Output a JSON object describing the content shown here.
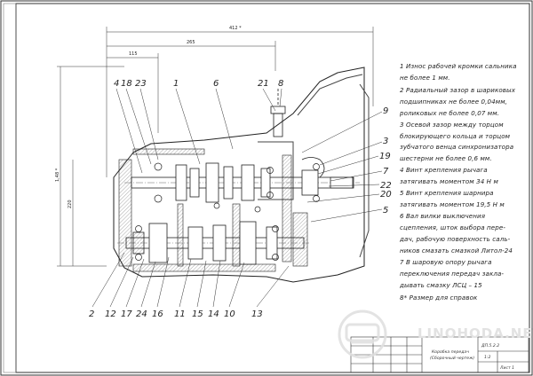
{
  "notes": [
    "1 Износ рабочей кромки сальника",
    "не более 1 мм.",
    "2 Радиальный зазор в шариковых",
    "подшипниках не более 0,04мм,",
    "роликовых не более 0,07 мм.",
    "3 Осевой зазор между торцом",
    "блокирующего кольца и торцом",
    "зубчатого венца синхронизатора",
    "шестерни не более 0,6 мм.",
    "4 Винт крепления рычага",
    "затягивать моментом 34 Н м",
    "5 Винт крепления шарнира",
    "затягивать моментом 19,5 Н м",
    "6 Вал вилки выключения",
    "сцепления, шток выбора пере-",
    "дач, рабочую поверхность саль-",
    "ников смазать смазкой Литол-24",
    "7 В шаровую опору рычага",
    "переключения передач закла-",
    "дывать смазку ЛСЦ – 15",
    "8* Размер для справок"
  ],
  "callouts_top": [
    "4",
    "18",
    "23",
    "1",
    "6",
    "21",
    "8"
  ],
  "callouts_bottom": [
    "2",
    "12",
    "17",
    "24",
    "16",
    "11",
    "15",
    "14",
    "10",
    "13"
  ],
  "callouts_right": [
    "9",
    "3",
    "19",
    "7",
    "22",
    "20",
    "5"
  ],
  "dimensions": {
    "overall": "412 *",
    "mid": "265",
    "left": "115",
    "height_top": "1,48 *",
    "height_left": "220"
  },
  "title_block": {
    "title_line1": "Коробка передач",
    "title_line2": "(Сборочный чертеж)",
    "code": "ДП.5.2.2",
    "scale": "1:2",
    "sheet": "Лист 1"
  },
  "watermark": "LINOHODA.NET"
}
